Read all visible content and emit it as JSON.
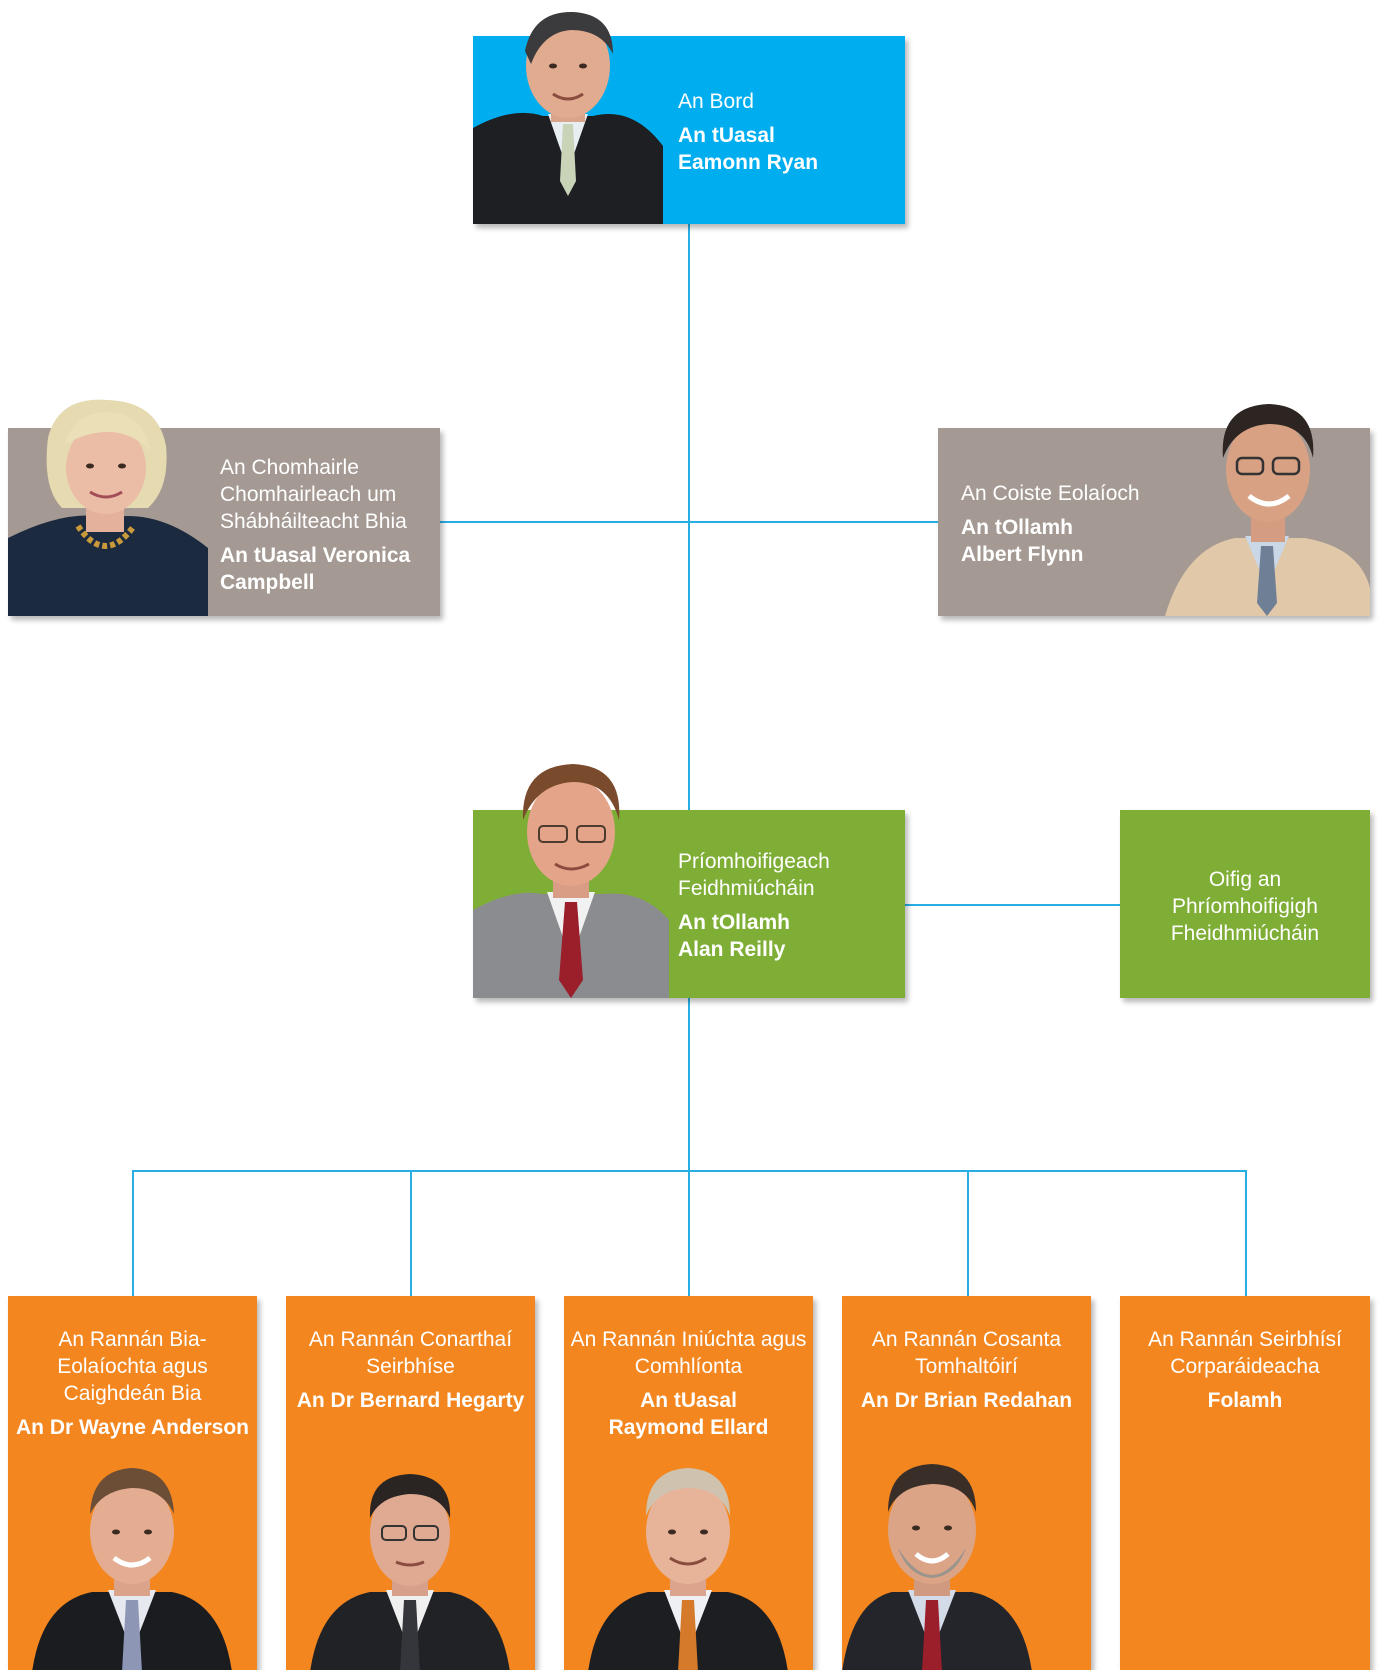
{
  "colors": {
    "connector": "#29aee3",
    "board": "#00adef",
    "advisory": "#a49a93",
    "executive": "#7fae36",
    "division": "#f3861f"
  },
  "board": {
    "role": "An Bord",
    "name_1": "An tUasal",
    "name_2": "Eamonn Ryan",
    "photo_icon": "portrait-photo"
  },
  "advisory_council": {
    "role_1": "An Chomhairle",
    "role_2": "Chomhairleach um",
    "role_3": "Shábháilteacht Bhia",
    "name_1": "An tUasal Veronica",
    "name_2": "Campbell",
    "photo_icon": "portrait-photo"
  },
  "scientific_committee": {
    "role": "An Coiste Eolaíoch",
    "name_1": "An tOllamh",
    "name_2": "Albert Flynn",
    "photo_icon": "portrait-photo"
  },
  "ceo": {
    "role_1": "Príomhoifigeach",
    "role_2": "Feidhmiúcháin",
    "name_1": "An tOllamh",
    "name_2": "Alan Reilly",
    "photo_icon": "portrait-photo"
  },
  "ceo_office": {
    "line_1": "Oifig an",
    "line_2": "Phríomhoifigigh",
    "line_3": "Fheidhmiúcháin"
  },
  "divisions": [
    {
      "role_1": "An Rannán Bia-",
      "role_2": "Eolaíochta agus",
      "role_3": "Caighdeán Bia",
      "name_1": "An Dr Wayne Anderson",
      "photo_icon": "portrait-photo"
    },
    {
      "role_1": "An Rannán Conarthaí",
      "role_2": "Seirbhíse",
      "name_1": "An Dr Bernard Hegarty",
      "photo_icon": "portrait-photo"
    },
    {
      "role_1": "An Rannán Iniúchta agus",
      "role_2": "Comhlíonta",
      "name_1": "An tUasal",
      "name_2": "Raymond Ellard",
      "photo_icon": "portrait-photo"
    },
    {
      "role_1": "An Rannán Cosanta",
      "role_2": "Tomhaltóirí",
      "name_1": "An Dr Brian Redahan",
      "photo_icon": "portrait-photo"
    },
    {
      "role_1": "An Rannán Seirbhísí",
      "role_2": "Corparáideacha",
      "name_1": "Folamh"
    }
  ]
}
